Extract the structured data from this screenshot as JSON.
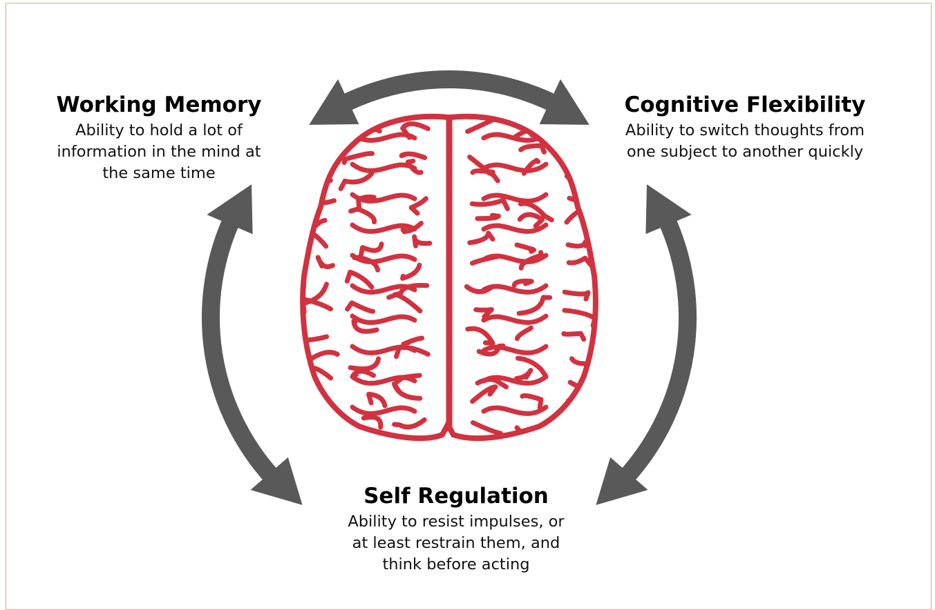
{
  "diagram": {
    "nodes": {
      "working_memory": {
        "title": "Working Memory",
        "description": [
          "Ability to hold a lot of",
          "information in the mind at",
          "the same time"
        ]
      },
      "cognitive_flexibility": {
        "title": "Cognitive Flexibility",
        "description": [
          "Ability to switch thoughts from",
          "one subject to another quickly"
        ]
      },
      "self_regulation": {
        "title": "Self Regulation",
        "description": [
          "Ability to resist impulses, or",
          "at least restrain them, and",
          "think before acting"
        ]
      }
    },
    "center_image": "brain-icon",
    "connections": [
      {
        "from": "working_memory",
        "to": "cognitive_flexibility",
        "bidirectional": true
      },
      {
        "from": "cognitive_flexibility",
        "to": "self_regulation",
        "bidirectional": true
      },
      {
        "from": "self_regulation",
        "to": "working_memory",
        "bidirectional": true
      }
    ]
  },
  "colors": {
    "arrow": "#595959",
    "brain": "#d2323f",
    "frame_border": "#e8a67a",
    "text": "#000000"
  }
}
